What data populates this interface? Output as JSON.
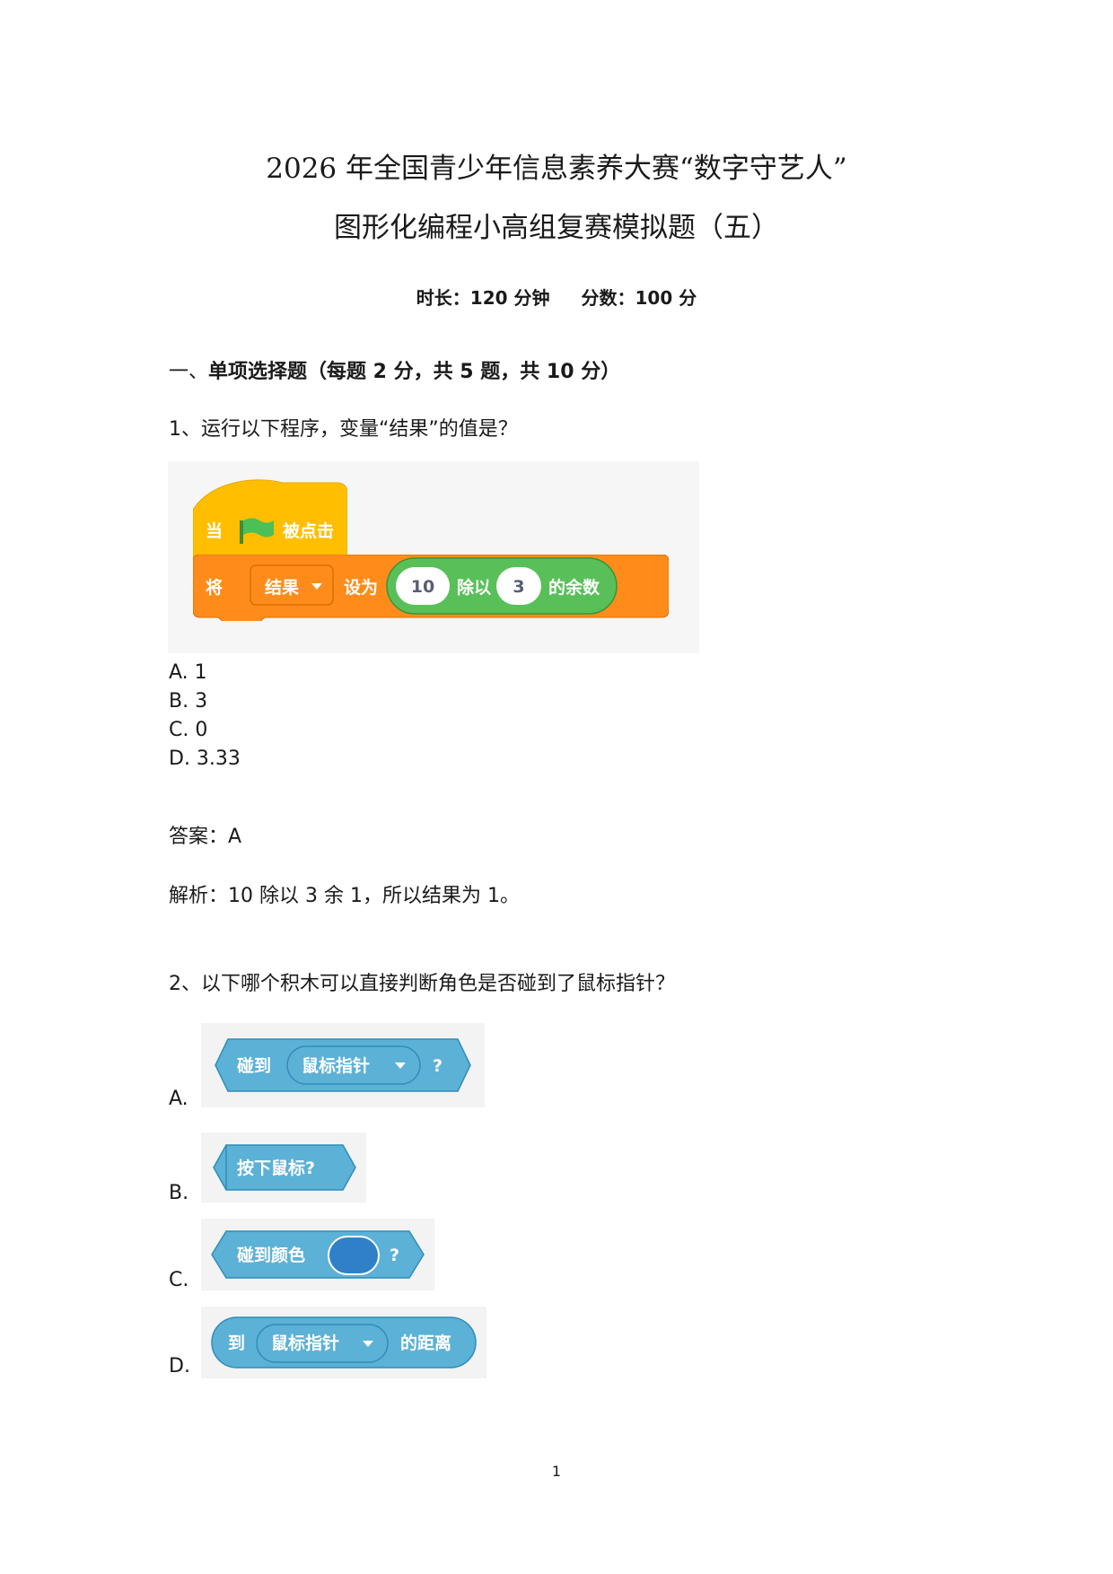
{
  "doc": {
    "title_line1": "2026 年全国青少年信息素养大赛“数字守艺人”",
    "title_line2": "图形化编程小高组复赛模拟题（五）",
    "duration": "时长：120 分钟",
    "score": "分数：100 分"
  },
  "section1": {
    "prefix": "一、",
    "title": "单项选择题（每题 2 分，共 5 题，共 10 分）"
  },
  "q1": {
    "text": "1、运行以下程序，变量“结果”的值是？",
    "code": {
      "hat_when": "当",
      "hat_clicked": "被点击",
      "set": "将",
      "variable": "结果",
      "set_to": "设为",
      "dividend": "10",
      "div_label": "除以",
      "divisor": "3",
      "remainder": "的余数"
    },
    "options": [
      "A. 1",
      "B. 3",
      "C. 0",
      "D. 3.33"
    ],
    "answer": "答案：A",
    "explanation": "解析：10 除以 3 余 1，所以结果为 1。"
  },
  "q2": {
    "text": "2、以下哪个积木可以直接判断角色是否碰到了鼠标指针？",
    "letters": [
      "A.",
      "B.",
      "C.",
      "D."
    ],
    "block_a": {
      "label": "碰到",
      "dropdown": "鼠标指针",
      "suffix": "?"
    },
    "block_b": {
      "label": "按下鼠标?"
    },
    "block_c": {
      "label": "碰到颜色",
      "suffix": "?"
    },
    "block_d": {
      "label": "到",
      "dropdown": "鼠标指针",
      "suffix": "的距离"
    }
  },
  "page_number": "1",
  "colors": {
    "events_yellow": "#ffbf00",
    "variables_orange": "#ff8c1a",
    "operators_green": "#59c059",
    "sensing_blue": "#5cb1d6",
    "flag_green": "#4cbf56"
  }
}
